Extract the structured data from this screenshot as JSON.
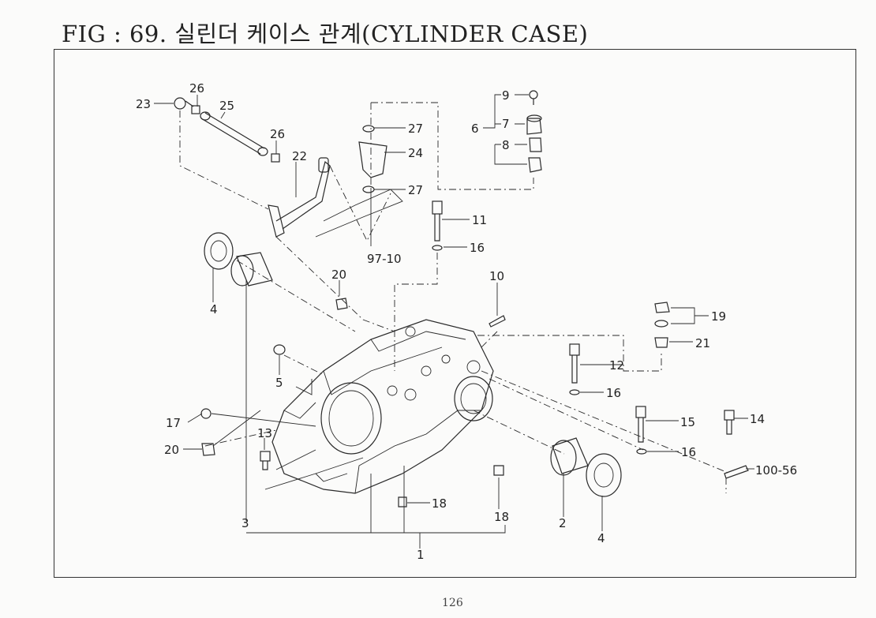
{
  "title": "FIG : 69. 실린더 케이스 관계(CYLINDER CASE)",
  "page_number": "126",
  "callouts": [
    "23",
    "26",
    "25",
    "26",
    "22",
    "27",
    "24",
    "27",
    "9",
    "7",
    "6",
    "8",
    "11",
    "16",
    "97-10",
    "4",
    "20",
    "10",
    "19",
    "21",
    "5",
    "12",
    "16",
    "17",
    "20",
    "13",
    "15",
    "14",
    "16",
    "100-56",
    "18",
    "18",
    "3",
    "2",
    "4",
    "1"
  ]
}
